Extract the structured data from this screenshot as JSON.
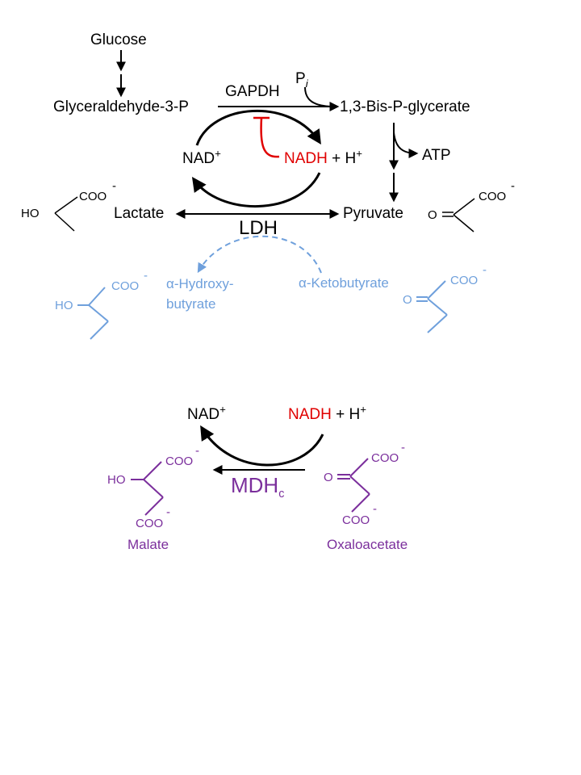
{
  "colors": {
    "black": "#000000",
    "red": "#e00000",
    "blue": "#6fa0dc",
    "purple": "#7b2f9c"
  },
  "glycolysis": {
    "glucose": "Glucose",
    "g3p": "Glyceraldehyde-3-P",
    "gapdh": "GAPDH",
    "pi_base": "P",
    "pi_sub": "i",
    "bpg": "1,3-Bis-P-glycerate",
    "nad_base": "NAD",
    "nad_sup": "+",
    "nadh": "NADH",
    "h_base": " + H",
    "h_sup": "+",
    "atp": "ATP",
    "lactate": "Lactate",
    "pyruvate": "Pyruvate",
    "ldh": "LDH"
  },
  "structures": {
    "ho": "HO",
    "o": "O",
    "coo": "COO",
    "minus": "-"
  },
  "side_reaction": {
    "hydroxy_line1": "α-Hydroxy-",
    "hydroxy_line2": "butyrate",
    "keto": "α-Ketobutyrate"
  },
  "mdh": {
    "nad_base": "NAD",
    "nad_sup": "+",
    "nadh": "NADH",
    "h_base": " + H",
    "h_sup": "+",
    "enzyme_base": "MDH",
    "enzyme_sub": "c",
    "malate": "Malate",
    "oxaloacetate": "Oxaloacetate"
  }
}
